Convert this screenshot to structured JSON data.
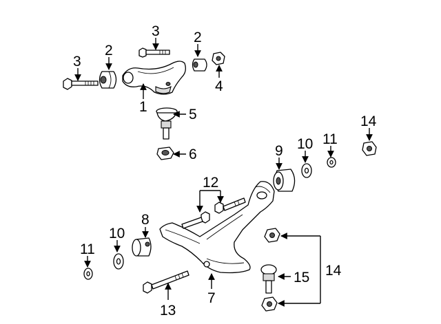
{
  "diagram": {
    "callouts": [
      {
        "id": "c1",
        "text": "1"
      },
      {
        "id": "c2a",
        "text": "2"
      },
      {
        "id": "c2b",
        "text": "2"
      },
      {
        "id": "c3a",
        "text": "3"
      },
      {
        "id": "c3b",
        "text": "3"
      },
      {
        "id": "c4",
        "text": "4"
      },
      {
        "id": "c5",
        "text": "5"
      },
      {
        "id": "c6",
        "text": "6"
      },
      {
        "id": "c7",
        "text": "7"
      },
      {
        "id": "c8",
        "text": "8"
      },
      {
        "id": "c9",
        "text": "9"
      },
      {
        "id": "c10a",
        "text": "10"
      },
      {
        "id": "c10b",
        "text": "10"
      },
      {
        "id": "c11a",
        "text": "11"
      },
      {
        "id": "c11b",
        "text": "11"
      },
      {
        "id": "c12",
        "text": "12"
      },
      {
        "id": "c13",
        "text": "13"
      },
      {
        "id": "c14a",
        "text": "14"
      },
      {
        "id": "c14b",
        "text": "14"
      },
      {
        "id": "c15",
        "text": "15"
      }
    ]
  }
}
